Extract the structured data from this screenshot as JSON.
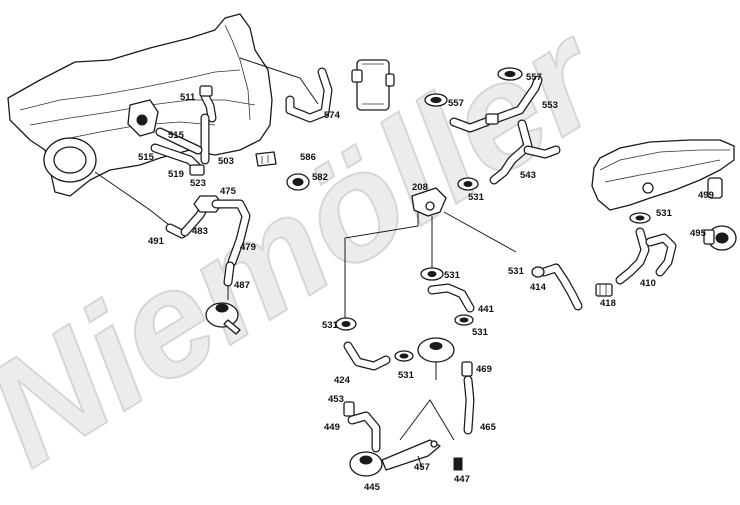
{
  "watermark": {
    "text": "Niemöller"
  },
  "parts": [
    {
      "id": "p511",
      "label": "511"
    },
    {
      "id": "p515a",
      "label": "515"
    },
    {
      "id": "p515b",
      "label": "515"
    },
    {
      "id": "p503",
      "label": "503"
    },
    {
      "id": "p519",
      "label": "519"
    },
    {
      "id": "p523",
      "label": "523"
    },
    {
      "id": "p475",
      "label": "475"
    },
    {
      "id": "p491",
      "label": "491"
    },
    {
      "id": "p483",
      "label": "483"
    },
    {
      "id": "p479",
      "label": "479"
    },
    {
      "id": "p487",
      "label": "487"
    },
    {
      "id": "p574",
      "label": "574"
    },
    {
      "id": "p586",
      "label": "586"
    },
    {
      "id": "p582",
      "label": "582"
    },
    {
      "id": "p557a",
      "label": "557"
    },
    {
      "id": "p557b",
      "label": "557"
    },
    {
      "id": "p553",
      "label": "553"
    },
    {
      "id": "p543",
      "label": "543"
    },
    {
      "id": "p208",
      "label": "208"
    },
    {
      "id": "p531a",
      "label": "531"
    },
    {
      "id": "p531b",
      "label": "531"
    },
    {
      "id": "p531c",
      "label": "531"
    },
    {
      "id": "p531d",
      "label": "531"
    },
    {
      "id": "p531e",
      "label": "531"
    },
    {
      "id": "p531f",
      "label": "531"
    },
    {
      "id": "p531g",
      "label": "531"
    },
    {
      "id": "p499",
      "label": "499"
    },
    {
      "id": "p495",
      "label": "495"
    },
    {
      "id": "p414",
      "label": "414"
    },
    {
      "id": "p418",
      "label": "418"
    },
    {
      "id": "p410",
      "label": "410"
    },
    {
      "id": "p441",
      "label": "441"
    },
    {
      "id": "p469",
      "label": "469"
    },
    {
      "id": "p424",
      "label": "424"
    },
    {
      "id": "p453",
      "label": "453"
    },
    {
      "id": "p449",
      "label": "449"
    },
    {
      "id": "p465",
      "label": "465"
    },
    {
      "id": "p457",
      "label": "457"
    },
    {
      "id": "p447",
      "label": "447"
    },
    {
      "id": "p445",
      "label": "445"
    }
  ]
}
